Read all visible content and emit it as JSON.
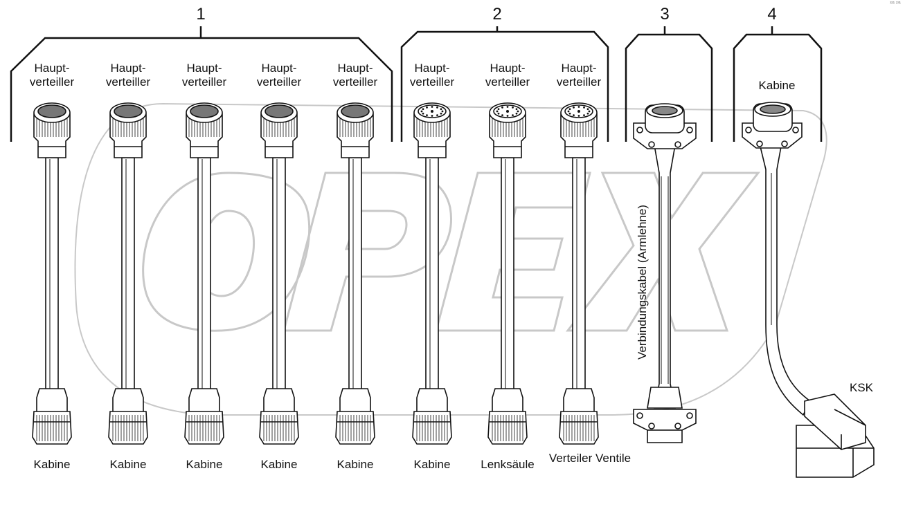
{
  "corner_code": "³²¹ ²³¹",
  "watermark": "OPEX",
  "groups": [
    {
      "number": "1"
    },
    {
      "number": "2"
    },
    {
      "number": "3"
    },
    {
      "number": "4"
    }
  ],
  "cables": [
    {
      "top": "Haupt-\nverteiller",
      "bottom": "Kabine"
    },
    {
      "top": "Haupt-\nverteiller",
      "bottom": "Kabine"
    },
    {
      "top": "Haupt-\nverteiller",
      "bottom": "Kabine"
    },
    {
      "top": "Haupt-\nverteiller",
      "bottom": "Kabine"
    },
    {
      "top": "Haupt-\nverteiller",
      "bottom": "Kabine"
    },
    {
      "top": "Haupt-\nverteiller",
      "bottom": "Kabine"
    },
    {
      "top": "Haupt-\nverteiller",
      "bottom": "Lenksäule"
    },
    {
      "top": "Haupt-\nverteiller",
      "bottom": "Verteiler Ventile"
    }
  ],
  "cable3_label": "Verbindungskabel (Armlehne)",
  "cable4_top": "Kabine",
  "cable4_bottom": "KSK",
  "colors": {
    "line": "#111111",
    "watermark": "#c8c8c8"
  }
}
